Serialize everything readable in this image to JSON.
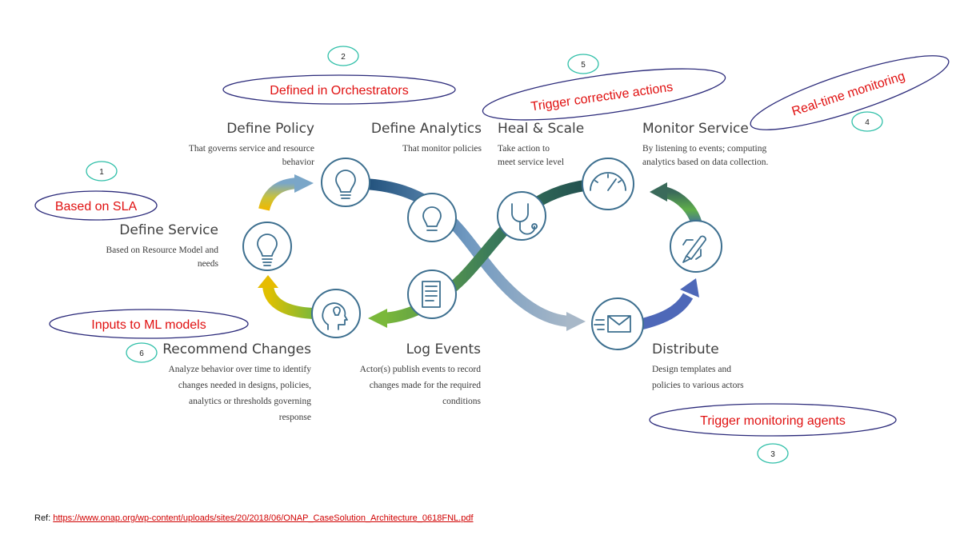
{
  "stages": {
    "define_policy": {
      "title": "Define Policy",
      "desc": [
        "That governs service and resource",
        "behavior"
      ]
    },
    "define_analytics": {
      "title": "Define Analytics",
      "desc": [
        "That monitor policies"
      ]
    },
    "heal_scale": {
      "title": "Heal & Scale",
      "desc": [
        "Take action to",
        "meet service level"
      ]
    },
    "monitor_service": {
      "title": "Monitor Service",
      "desc": [
        "By listening to events; computing",
        "analytics based on data collection."
      ]
    },
    "define_service": {
      "title": "Define Service",
      "desc": [
        "Based on Resource Model and",
        "needs"
      ]
    },
    "recommend_changes": {
      "title": "Recommend Changes",
      "desc": [
        "Analyze behavior over time to identify",
        "changes needed in designs, policies,",
        "analytics or thresholds governing",
        "response"
      ]
    },
    "log_events": {
      "title": "Log Events",
      "desc": [
        "Actor(s) publish events to record",
        "changes made for the required",
        "conditions"
      ]
    },
    "distribute": {
      "title": "Distribute",
      "desc": [
        "Design templates and",
        "policies to various actors"
      ]
    }
  },
  "annotations": {
    "a1": {
      "num": "1",
      "text": "Based on SLA"
    },
    "a2": {
      "num": "2",
      "text": "Defined in Orchestrators"
    },
    "a3": {
      "num": "3",
      "text": "Trigger monitoring agents"
    },
    "a4": {
      "num": "4",
      "text": "Real-time monitoring"
    },
    "a5": {
      "num": "5",
      "text": "Trigger corrective actions"
    },
    "a6": {
      "num": "6",
      "text": "Inputs to ML models"
    }
  },
  "reference": {
    "prefix": "Ref:",
    "link": "https://www.onap.org/wp-content/uploads/sites/20/2018/06/ONAP_CaseSolution_Architecture_0618FNL.pdf"
  },
  "icons": [
    "lightbulb-icon",
    "lightbulb-icon",
    "lightbulb-icon",
    "stethoscope-icon",
    "gauge-icon",
    "rocket-icon",
    "envelope-icon",
    "document-icon",
    "head-lightbulb-icon"
  ],
  "colors": {
    "annotation_text": "#e01010",
    "annotation_ellipse": "#2b2a7a",
    "number_ellipse": "#2fbfa8",
    "icon": "#3d6f8f",
    "link": "#d00000"
  }
}
